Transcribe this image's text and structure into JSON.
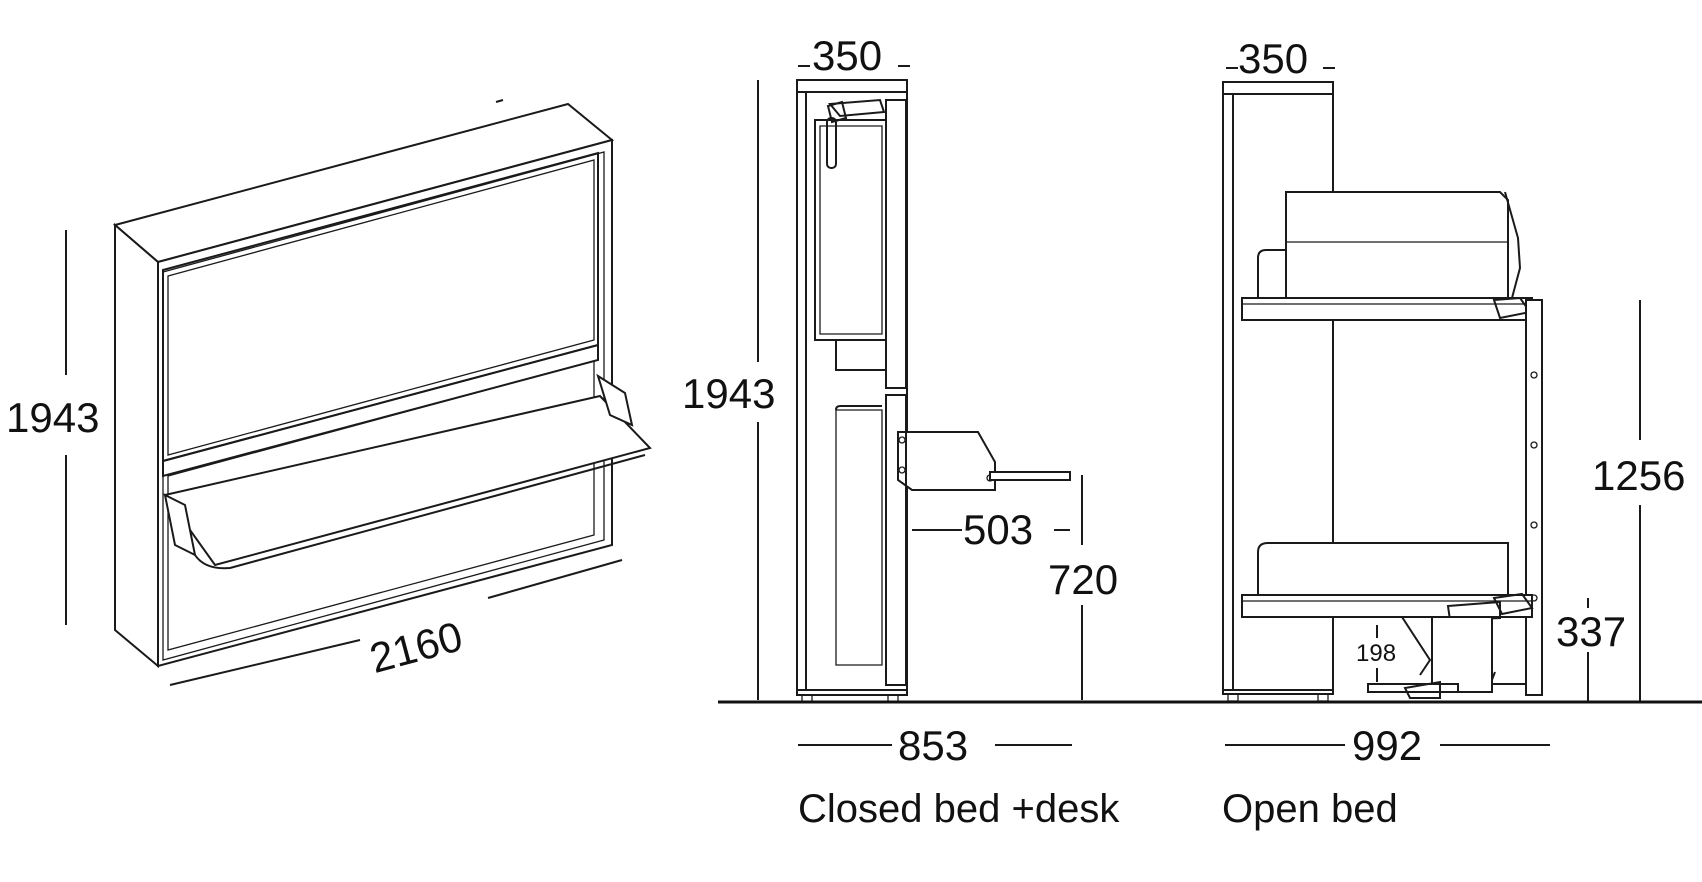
{
  "dimensions": {
    "iso_height": "1943",
    "iso_width": "2160",
    "closed_depth": "350",
    "closed_height": "1943",
    "desk_depth": "503",
    "desk_height": "720",
    "closed_total_depth": "853",
    "open_depth": "350",
    "open_upper_height": "1256",
    "open_lower_height": "337",
    "open_small": "198",
    "open_total_depth": "992"
  },
  "captions": {
    "closed": "Closed bed +desk",
    "open": "Open bed"
  },
  "colors": {
    "stroke": "#1a1a1a",
    "background": "#ffffff"
  }
}
